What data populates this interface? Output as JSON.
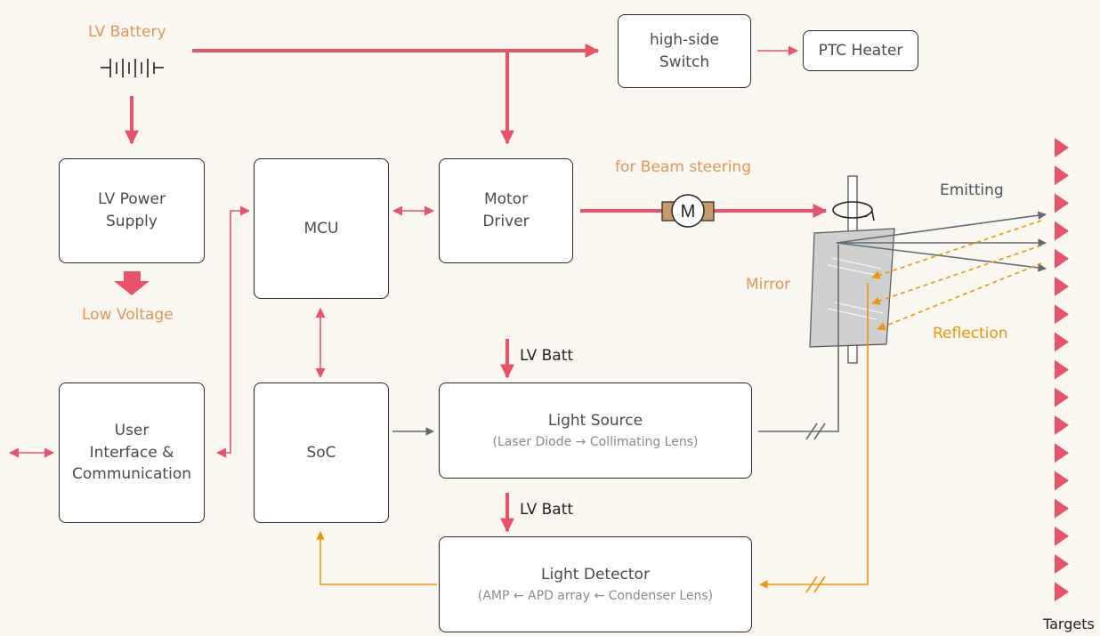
{
  "colors": {
    "power": "#e8536b",
    "signal": "#5f6b73",
    "reflect": "#f0940a",
    "label_orange": "#e0965c",
    "background": "#faf6f0"
  },
  "boxes": {
    "lv_power_supply": "LV Power\nSupply",
    "mcu": "MCU",
    "motor_driver": "Motor\nDriver",
    "high_side_switch": "high-side\nSwitch",
    "ptc_heater": "PTC Heater",
    "user_interface": "User\nInterface &\nCommunication",
    "soc": "SoC",
    "light_source": {
      "title": "Light Source",
      "detail": "(Laser Diode → Collimating Lens)"
    },
    "light_detector": {
      "title": "Light Detector",
      "detail": "(AMP ← APD array ← Condenser Lens)"
    }
  },
  "labels": {
    "lv_battery": "LV Battery",
    "low_voltage": "Low Voltage",
    "beam_steering": "for Beam steering",
    "emitting": "Emitting",
    "mirror": "Mirror",
    "reflection": "Reflection",
    "lv_batt_source": "LV Batt",
    "lv_batt_detector": "LV Batt",
    "targets": "Targets"
  },
  "icons": {
    "battery": "battery-icon",
    "motor": "motor-icon",
    "rotation": "rotation-icon"
  }
}
